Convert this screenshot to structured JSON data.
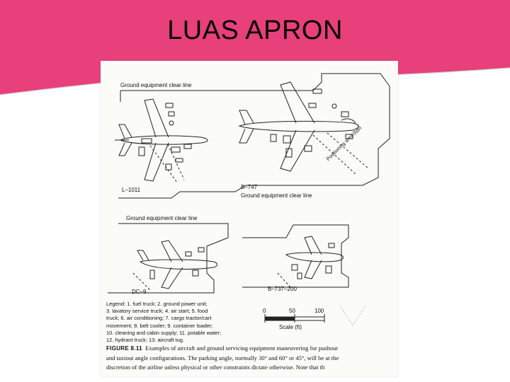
{
  "slide": {
    "title": "LUAS APRON",
    "accent_color": "#e8407a",
    "text_color": "#000000"
  },
  "figure": {
    "labels": {
      "gecl_top": "Ground equipment clear line",
      "gecl_747": "Ground equipment clear line",
      "gecl_mid": "Ground equipment clear line",
      "l1011": "L–1011",
      "b747": "B–747",
      "dc9": "DC–9",
      "b737": "B–737–200",
      "positioning_area": "Positioning area (typ)"
    },
    "legend": {
      "line1": "Legend: 1. fuel truck; 2. ground power unit;",
      "line2": "3. lavatory service truck; 4. air start; 5. food",
      "line3": "truck; 6. air conditioning; 7. cargo tractor/cart",
      "line4": "movement; 8. belt cooler; 9. container loader;",
      "line5": "10. cleaning and cabin supply; 11. potable water;",
      "line6": "12. hydrant truck; 13. aircraft tug."
    },
    "scale": {
      "tick_0": "0",
      "tick_50": "50",
      "tick_100": "100",
      "label": "Scale (ft)"
    },
    "caption": {
      "label": "FIGURE 8.11",
      "line1": "Examples of aircraft and ground servicing equipment maneuvering for pushout",
      "line2": "and taxiout angle configurations. The parking angle, normally 30° and 60° or 45°, will be at the",
      "line3": "discretion of the airline unless physical or other constraints dictate otherwise. Note that th"
    }
  }
}
